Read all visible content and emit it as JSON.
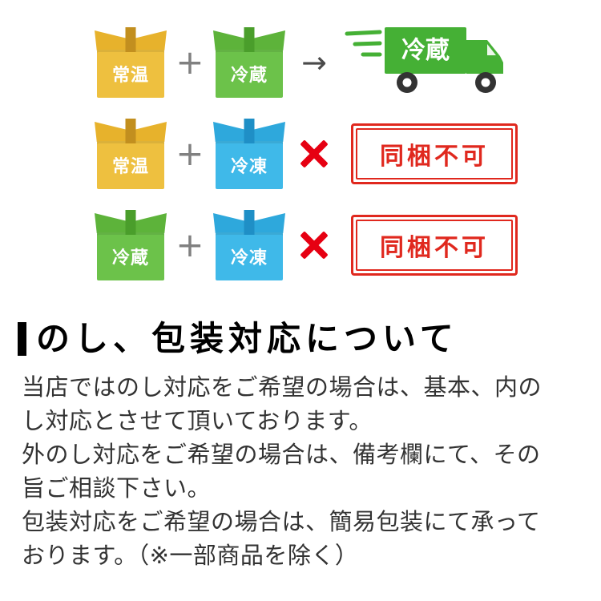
{
  "page": {
    "background": "#ffffff"
  },
  "diagram": {
    "rows": [
      {
        "box1_label": "常温",
        "box1_color": "#eec03f",
        "operator": "+",
        "box2_label": "冷蔵",
        "box2_color": "#6cc24a",
        "result_symbol": "→",
        "result": "truck",
        "truck_label": "冷蔵"
      },
      {
        "box1_label": "常温",
        "box1_color": "#eec03f",
        "operator": "+",
        "box2_label": "冷凍",
        "box2_color": "#3fb9e9",
        "result_symbol": "✕",
        "result": "stamp",
        "stamp_label": "同梱不可"
      },
      {
        "box1_label": "冷蔵",
        "box1_color": "#6cc24a",
        "operator": "+",
        "box2_label": "冷凍",
        "box2_color": "#3fb9e9",
        "result_symbol": "✕",
        "result": "stamp",
        "stamp_label": "同梱不可"
      }
    ],
    "colors": {
      "box_yellow": "#eec03f",
      "box_green": "#6cc24a",
      "box_blue": "#3fb9e9",
      "truck_green": "#45b035",
      "stamp_red": "#e0281e",
      "cross_red": "#e60012"
    }
  },
  "noshi_section": {
    "heading": "のし、包装対応について",
    "paragraphs": [
      "当店ではのし対応をご希望の場合は、基本、内のし対応とさせて頂いております。",
      "外のし対応をご希望の場合は、備考欄にて、その旨ご相談下さい。",
      "包装対応をご希望の場合は、簡易包装にて承っております。（※一部商品を除く）"
    ]
  }
}
